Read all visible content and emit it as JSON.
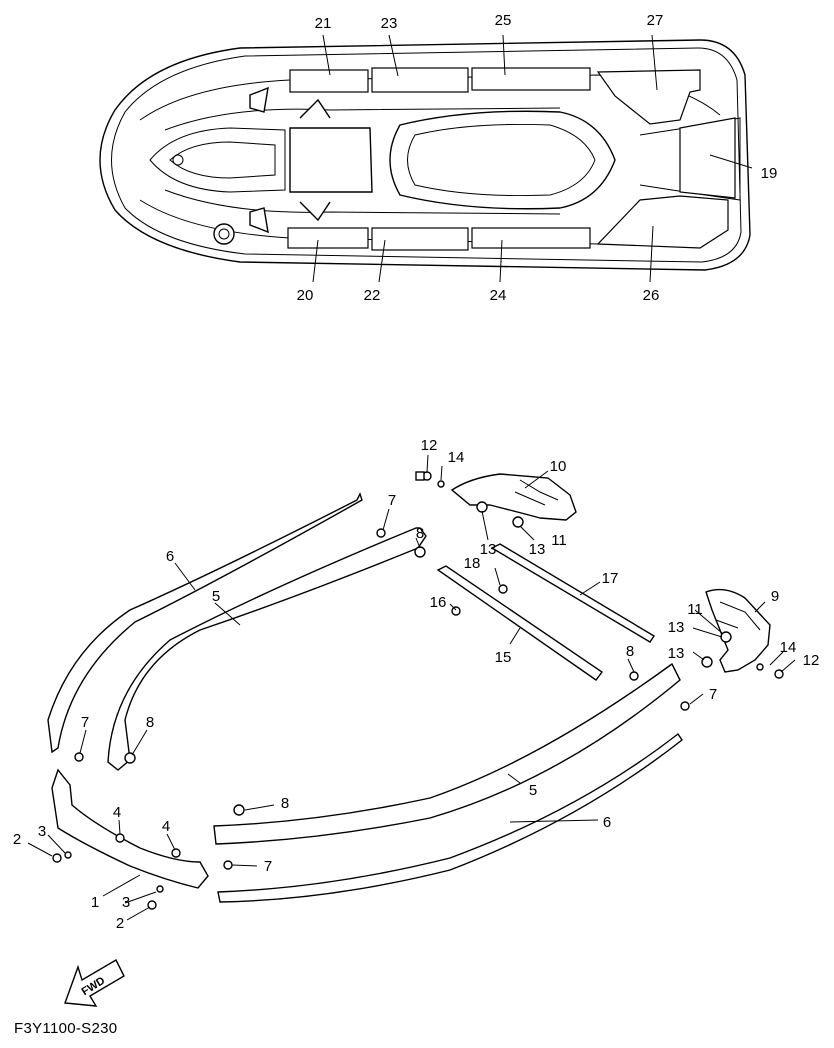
{
  "diagram_code": "F3Y1100-S230",
  "fwd_label": "FWD",
  "callouts": [
    "1",
    "2",
    "2",
    "3",
    "3",
    "4",
    "4",
    "5",
    "5",
    "6",
    "6",
    "7",
    "7",
    "7",
    "7",
    "8",
    "8",
    "8",
    "8",
    "9",
    "10",
    "11",
    "11",
    "12",
    "12",
    "13",
    "13",
    "13",
    "13",
    "14",
    "14",
    "15",
    "16",
    "17",
    "18",
    "19",
    "20",
    "21",
    "22",
    "23",
    "24",
    "25",
    "26",
    "27"
  ]
}
